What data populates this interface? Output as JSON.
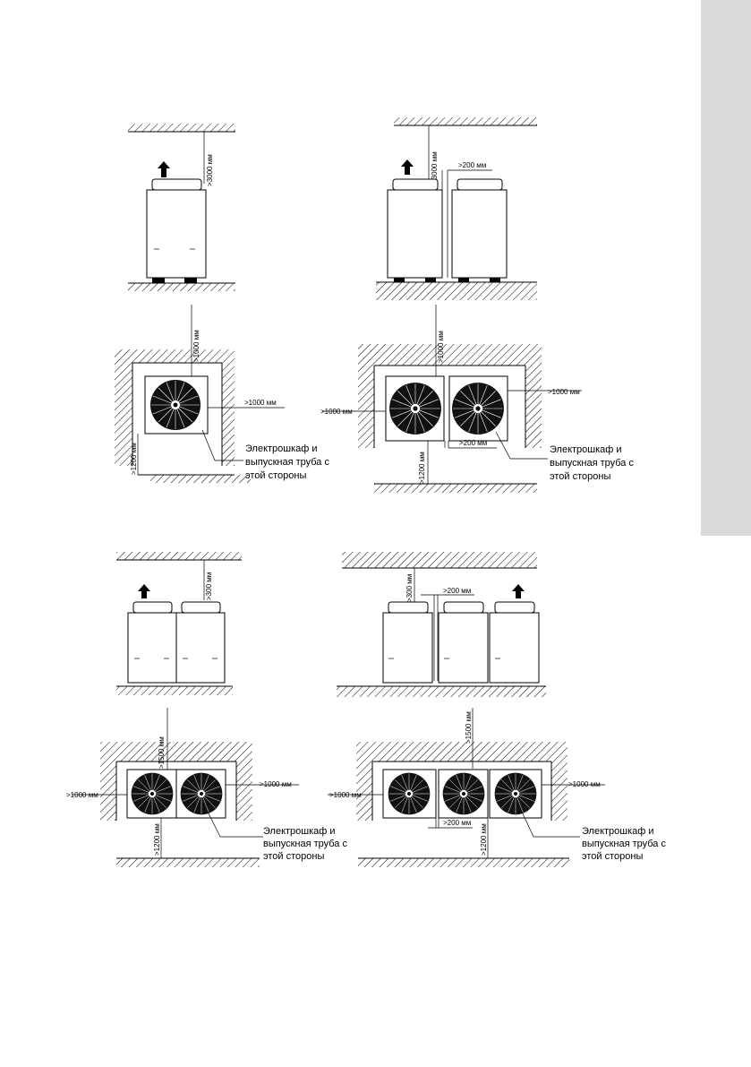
{
  "side_tab": {
    "color": "#d9d9d9"
  },
  "dimensions": {
    "ceiling_3000": ">3000 мм",
    "gap_200": ">200 мм",
    "front_1000": ">1000 мм",
    "side_1000": ">1000 мм",
    "back_1200": ">1200 мм",
    "top_300": ">300 мм",
    "top_1500": ">1500 мм"
  },
  "callout": {
    "line1": "Электрошкаф и",
    "line2": "выпускная труба с",
    "line3": "этой стороны"
  }
}
